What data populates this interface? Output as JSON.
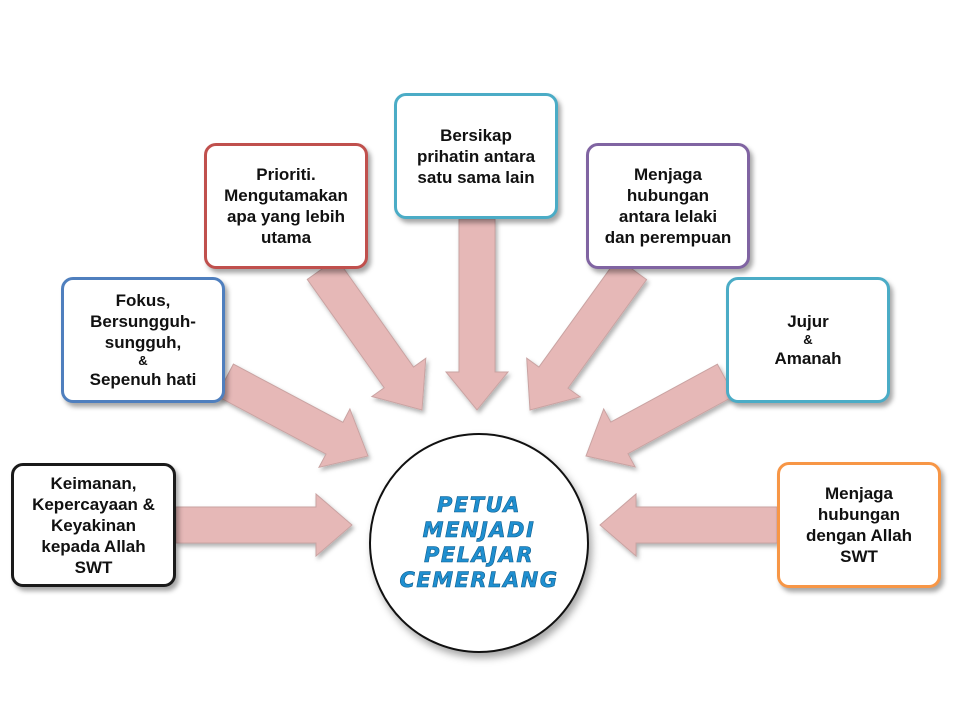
{
  "center": {
    "lines": [
      "PETUA",
      "MENJADI",
      "PELAJAR",
      "CEMERLANG"
    ],
    "color": "#1f8fd0"
  },
  "boxes": [
    {
      "id": "keimanan",
      "lines": [
        "Keimanan,",
        "Kepercayaan &",
        "Keyakinan",
        "kepada Allah",
        "SWT"
      ],
      "border_color": "#1a1a1a"
    },
    {
      "id": "fokus",
      "lines": [
        "Fokus,",
        "Bersungguh-",
        "sungguh,",
        "&",
        "Sepenuh hati"
      ],
      "border_color": "#4f7fbe"
    },
    {
      "id": "prioriti",
      "lines": [
        "Prioriti.",
        "Mengutamakan",
        "apa yang lebih",
        "utama"
      ],
      "border_color": "#c0504d"
    },
    {
      "id": "bersikap",
      "lines": [
        "Bersikap",
        "prihatin antara",
        "satu sama lain"
      ],
      "border_color": "#4bacc6"
    },
    {
      "id": "menjaga-lelaki",
      "lines": [
        "Menjaga",
        "hubungan",
        "antara  lelaki",
        "dan perempuan"
      ],
      "border_color": "#8064a2"
    },
    {
      "id": "jujur",
      "lines": [
        "Jujur",
        "&",
        "Amanah"
      ],
      "border_color": "#4bacc6"
    },
    {
      "id": "menjaga-allah",
      "lines": [
        "Menjaga",
        "hubungan",
        "dengan Allah",
        "SWT"
      ],
      "border_color": "#f79646"
    }
  ],
  "arrow_color": "#e6b8b7",
  "arrow_outline": "#c9a3a2"
}
